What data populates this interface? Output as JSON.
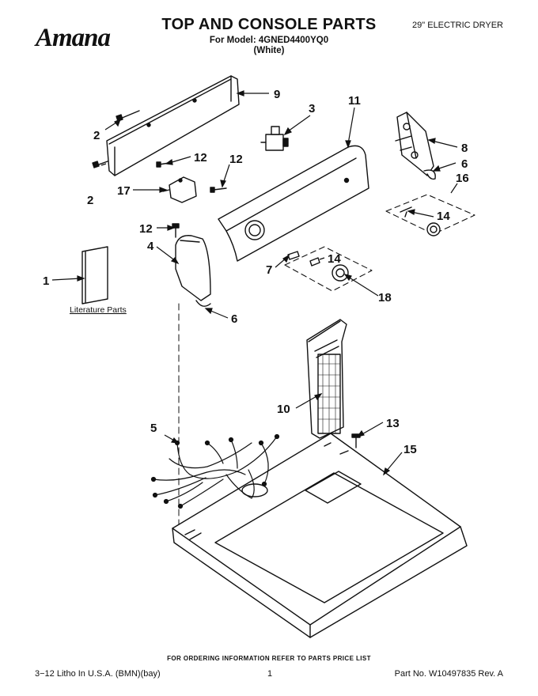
{
  "header": {
    "brand": "Amana",
    "title": "TOP AND CONSOLE PARTS",
    "model_line": "For Model: 4GNED4400YQ0",
    "color_line": "(White)",
    "product": "29\" ELECTRIC DRYER"
  },
  "diagram": {
    "callouts": {
      "c1": "1",
      "c2a": "2",
      "c2b": "2",
      "c3": "3",
      "c4": "4",
      "c5": "5",
      "c6a": "6",
      "c6b": "6",
      "c7": "7",
      "c8": "8",
      "c9": "9",
      "c10": "10",
      "c11": "11",
      "c12a": "12",
      "c12b": "12",
      "c12c": "12",
      "c13": "13",
      "c14a": "14",
      "c14b": "14",
      "c15": "15",
      "c16": "16",
      "c17": "17",
      "c18": "18"
    },
    "literature_label": "Literature Parts"
  },
  "footer": {
    "ordering_note": "FOR ORDERING INFORMATION REFER TO PARTS PRICE LIST",
    "litho": "3−12 Litho In U.S.A. (BMN)(bay)",
    "page": "1",
    "part_no": "Part No. W10497835 Rev. A"
  }
}
